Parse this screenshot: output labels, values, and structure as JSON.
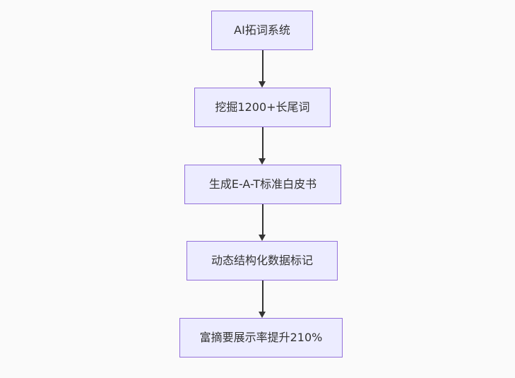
{
  "diagram": {
    "type": "flowchart",
    "direction": "top-down",
    "nodes": [
      {
        "id": "A",
        "label": "AI拓词系统"
      },
      {
        "id": "B",
        "label": "挖掘1200+长尾词"
      },
      {
        "id": "C",
        "label": "生成E-A-T标准白皮书"
      },
      {
        "id": "D",
        "label": "动态结构化数据标记"
      },
      {
        "id": "E",
        "label": "富摘要展示率提升210%"
      }
    ],
    "edges": [
      {
        "from": "A",
        "to": "B"
      },
      {
        "from": "B",
        "to": "C"
      },
      {
        "from": "C",
        "to": "D"
      },
      {
        "from": "D",
        "to": "E"
      }
    ],
    "colors": {
      "node_fill": "#ececff",
      "node_border": "#9370db",
      "arrow": "#333333",
      "text": "#333333",
      "background": "#fafafa"
    }
  }
}
